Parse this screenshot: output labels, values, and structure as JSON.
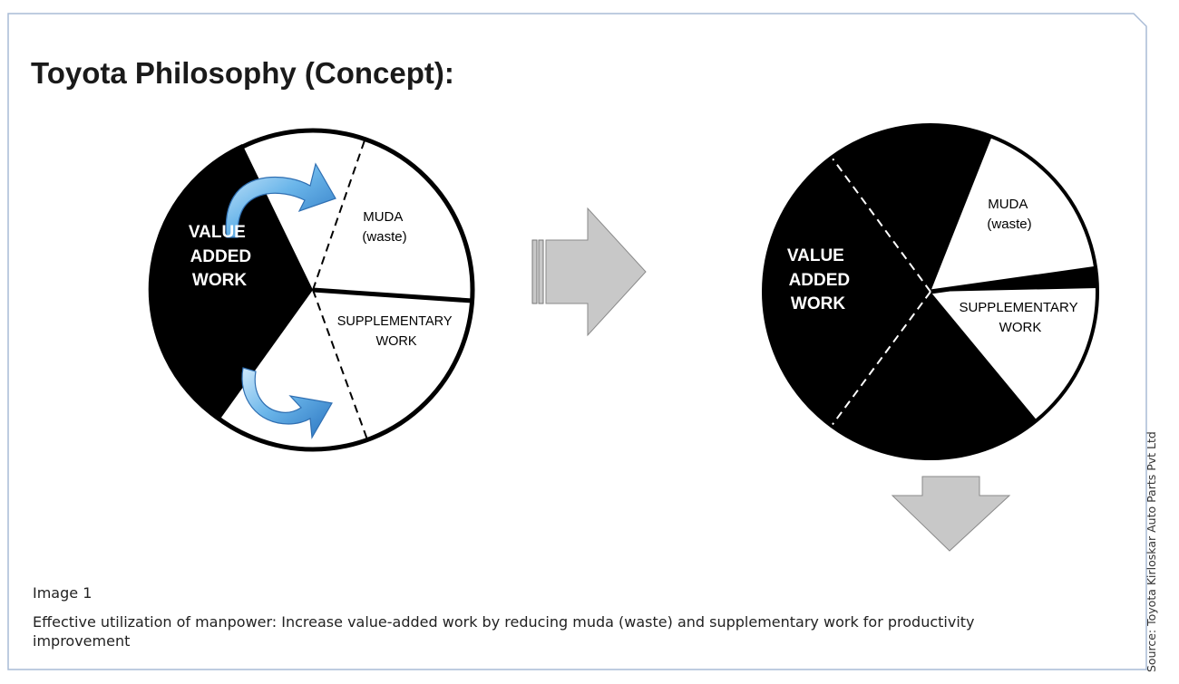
{
  "title": "Toyota Philosophy (Concept):",
  "left_circle": {
    "value_added": [
      "VALUE",
      "ADDED",
      "WORK"
    ],
    "muda": [
      "MUDA",
      "(waste)"
    ],
    "supplementary": [
      "SUPPLEMENTARY",
      "WORK"
    ]
  },
  "right_circle": {
    "value_added": [
      "VALUE",
      "ADDED",
      "WORK"
    ],
    "muda": [
      "MUDA",
      "(waste)"
    ],
    "supplementary": [
      "SUPPLEMENTARY",
      "WORK"
    ]
  },
  "caption": {
    "label": "Image 1",
    "text": "Effective utilization of manpower: Increase value-added work by reducing muda (waste) and supplementary work for productivity improvement"
  },
  "source": "Source: Toyota Kirloskar Auto Parts Pvt Ltd",
  "colors": {
    "segment_dark": "#000000",
    "segment_light": "#ffffff",
    "arrow_gray": "#c8c8c8",
    "curved_arrow_blue": "#4a9ad8",
    "frame_border": "#a9bcd6"
  }
}
